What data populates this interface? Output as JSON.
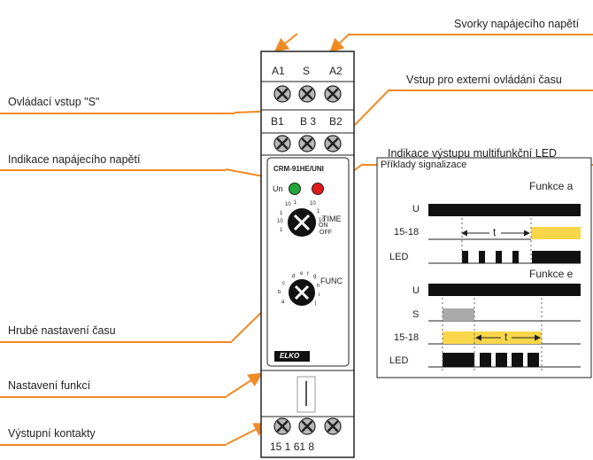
{
  "callouts": {
    "supply_terminals": "Svorky napájecího napětí",
    "external_time_input": "Vstup pro externí ovládání času",
    "control_input_s": "Ovládací vstup \"S\"",
    "multifunction_led": "Indikace výstupu multifunkční LED",
    "supply_indication": "Indikace napájecího napětí",
    "coarse_time": "Hrubé nastavení času",
    "function_setting": "Nastavení funkcí",
    "output_contacts": "Výstupní kontakty"
  },
  "device": {
    "top_terminals": [
      "A1",
      "S",
      "A2"
    ],
    "mid_terminals": [
      "B1",
      "B 3",
      "B2"
    ],
    "bottom_terminals": [
      "15",
      "16",
      "18"
    ],
    "bottom_terminals_text": "15  1 61  8",
    "model": "CRM-91HE/UNI",
    "un_label": "Un",
    "time_label": "TIME",
    "on_label": "ON",
    "off_label": "OFF",
    "func_label": "FUNC",
    "brand": "ELKO",
    "time_scale": [
      "10",
      "1",
      "10",
      "1",
      "1",
      "10",
      "10",
      "1",
      "1",
      "10"
    ],
    "func_letters": [
      "d",
      "e",
      "f",
      "g",
      "h",
      "i",
      "j",
      "a",
      "b",
      "c"
    ],
    "colors": {
      "led_green": "#22a83a",
      "led_red": "#e01b1b",
      "orange": "#f08a24",
      "yellow": "#f9d64a"
    }
  },
  "signal_panel": {
    "title": "Příklady signalizace",
    "function_a": "Funkce a",
    "function_e": "Funkce e",
    "rows_a": [
      "U",
      "15-18",
      "LED"
    ],
    "rows_e": [
      "U",
      "S",
      "15-18",
      "LED"
    ],
    "t_label": "t"
  }
}
